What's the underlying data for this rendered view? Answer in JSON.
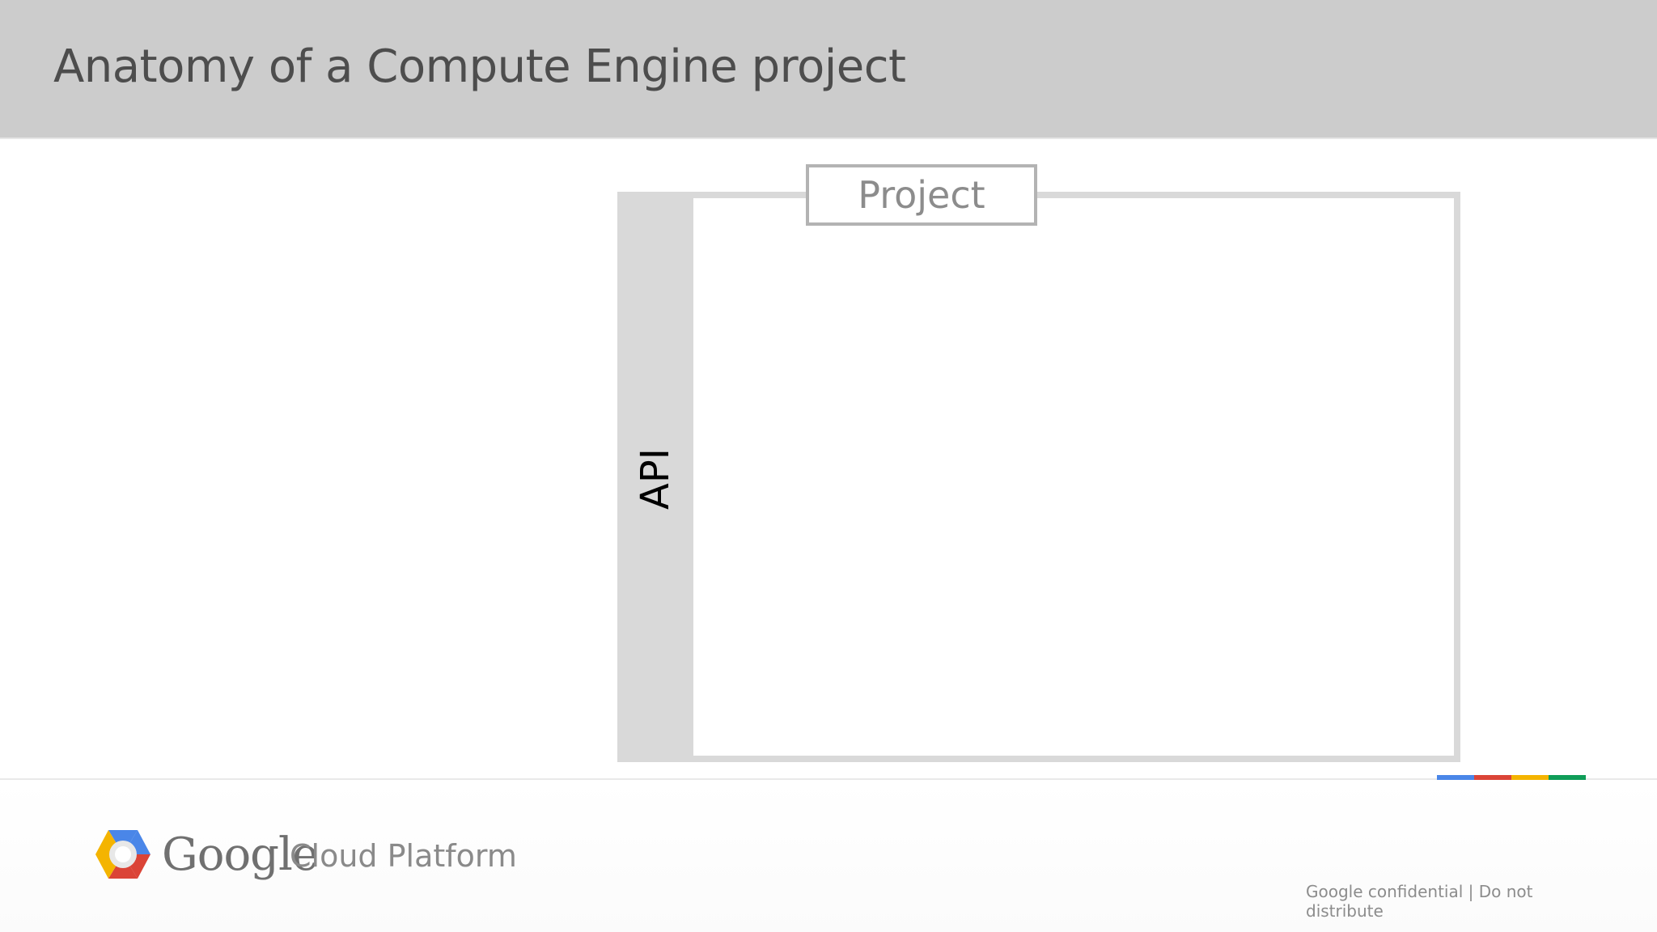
{
  "slide": {
    "title": "Anatomy of a Compute Engine project"
  },
  "diagram": {
    "project_label": "Project",
    "api_label": "API"
  },
  "footer": {
    "brand_google": "Google",
    "brand_product": "Cloud Platform",
    "confidential_text": "Google confidential | Do not distribute",
    "logo_icon": "google-cloud-platform-hexagon-icon",
    "strip_colors": [
      "#4a86e8",
      "#db4437",
      "#f4b400",
      "#0f9d58"
    ]
  }
}
